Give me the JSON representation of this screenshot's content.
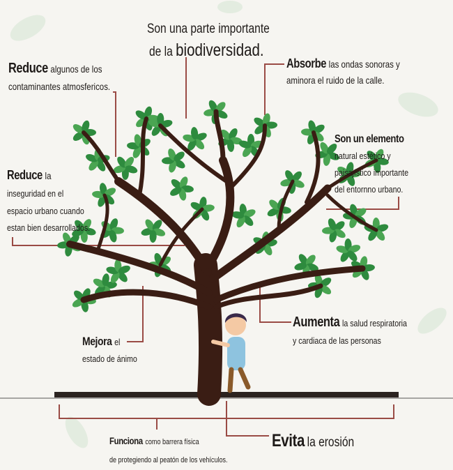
{
  "title": {
    "line1": "Son una parte importante",
    "line2_prefix": "de la",
    "line2_bold": "biodiversidad."
  },
  "callouts": [
    {
      "bold": "Reduce",
      "text1": "algunos de los",
      "text2": "contaminantes atmosfericos."
    },
    {
      "bold": "Absorbe",
      "text1": "las ondas sonoras y",
      "text2": "aminora el ruido de la calle."
    },
    {
      "bold": "Son un elemento",
      "text1": "natural estético y",
      "text2": "paisajístico importante",
      "text3": "del entornno urbano."
    },
    {
      "bold": "Reduce",
      "text1": "la",
      "text2": "inseguridad en el",
      "text3": "espacio urbano cuando",
      "text4": "estan bien desarrollados."
    },
    {
      "bold": "Aumenta",
      "text1": "la salud respiratoria",
      "text2": "y cardiaca de las personas"
    },
    {
      "bold": "Mejora",
      "text1": "el",
      "text2": "estado de ánimo"
    },
    {
      "bold": "Funciona",
      "text1": "como barrera física",
      "text2": "de protegiendo al peatón de los vehículos."
    },
    {
      "bold": "Evita",
      "text1": "la erosión"
    }
  ],
  "colors": {
    "leaf": "#2e8b3e",
    "leaf_light": "#4aa552",
    "trunk": "#3a1d14",
    "line": "#9a4b45",
    "background": "#f6f5f1"
  }
}
